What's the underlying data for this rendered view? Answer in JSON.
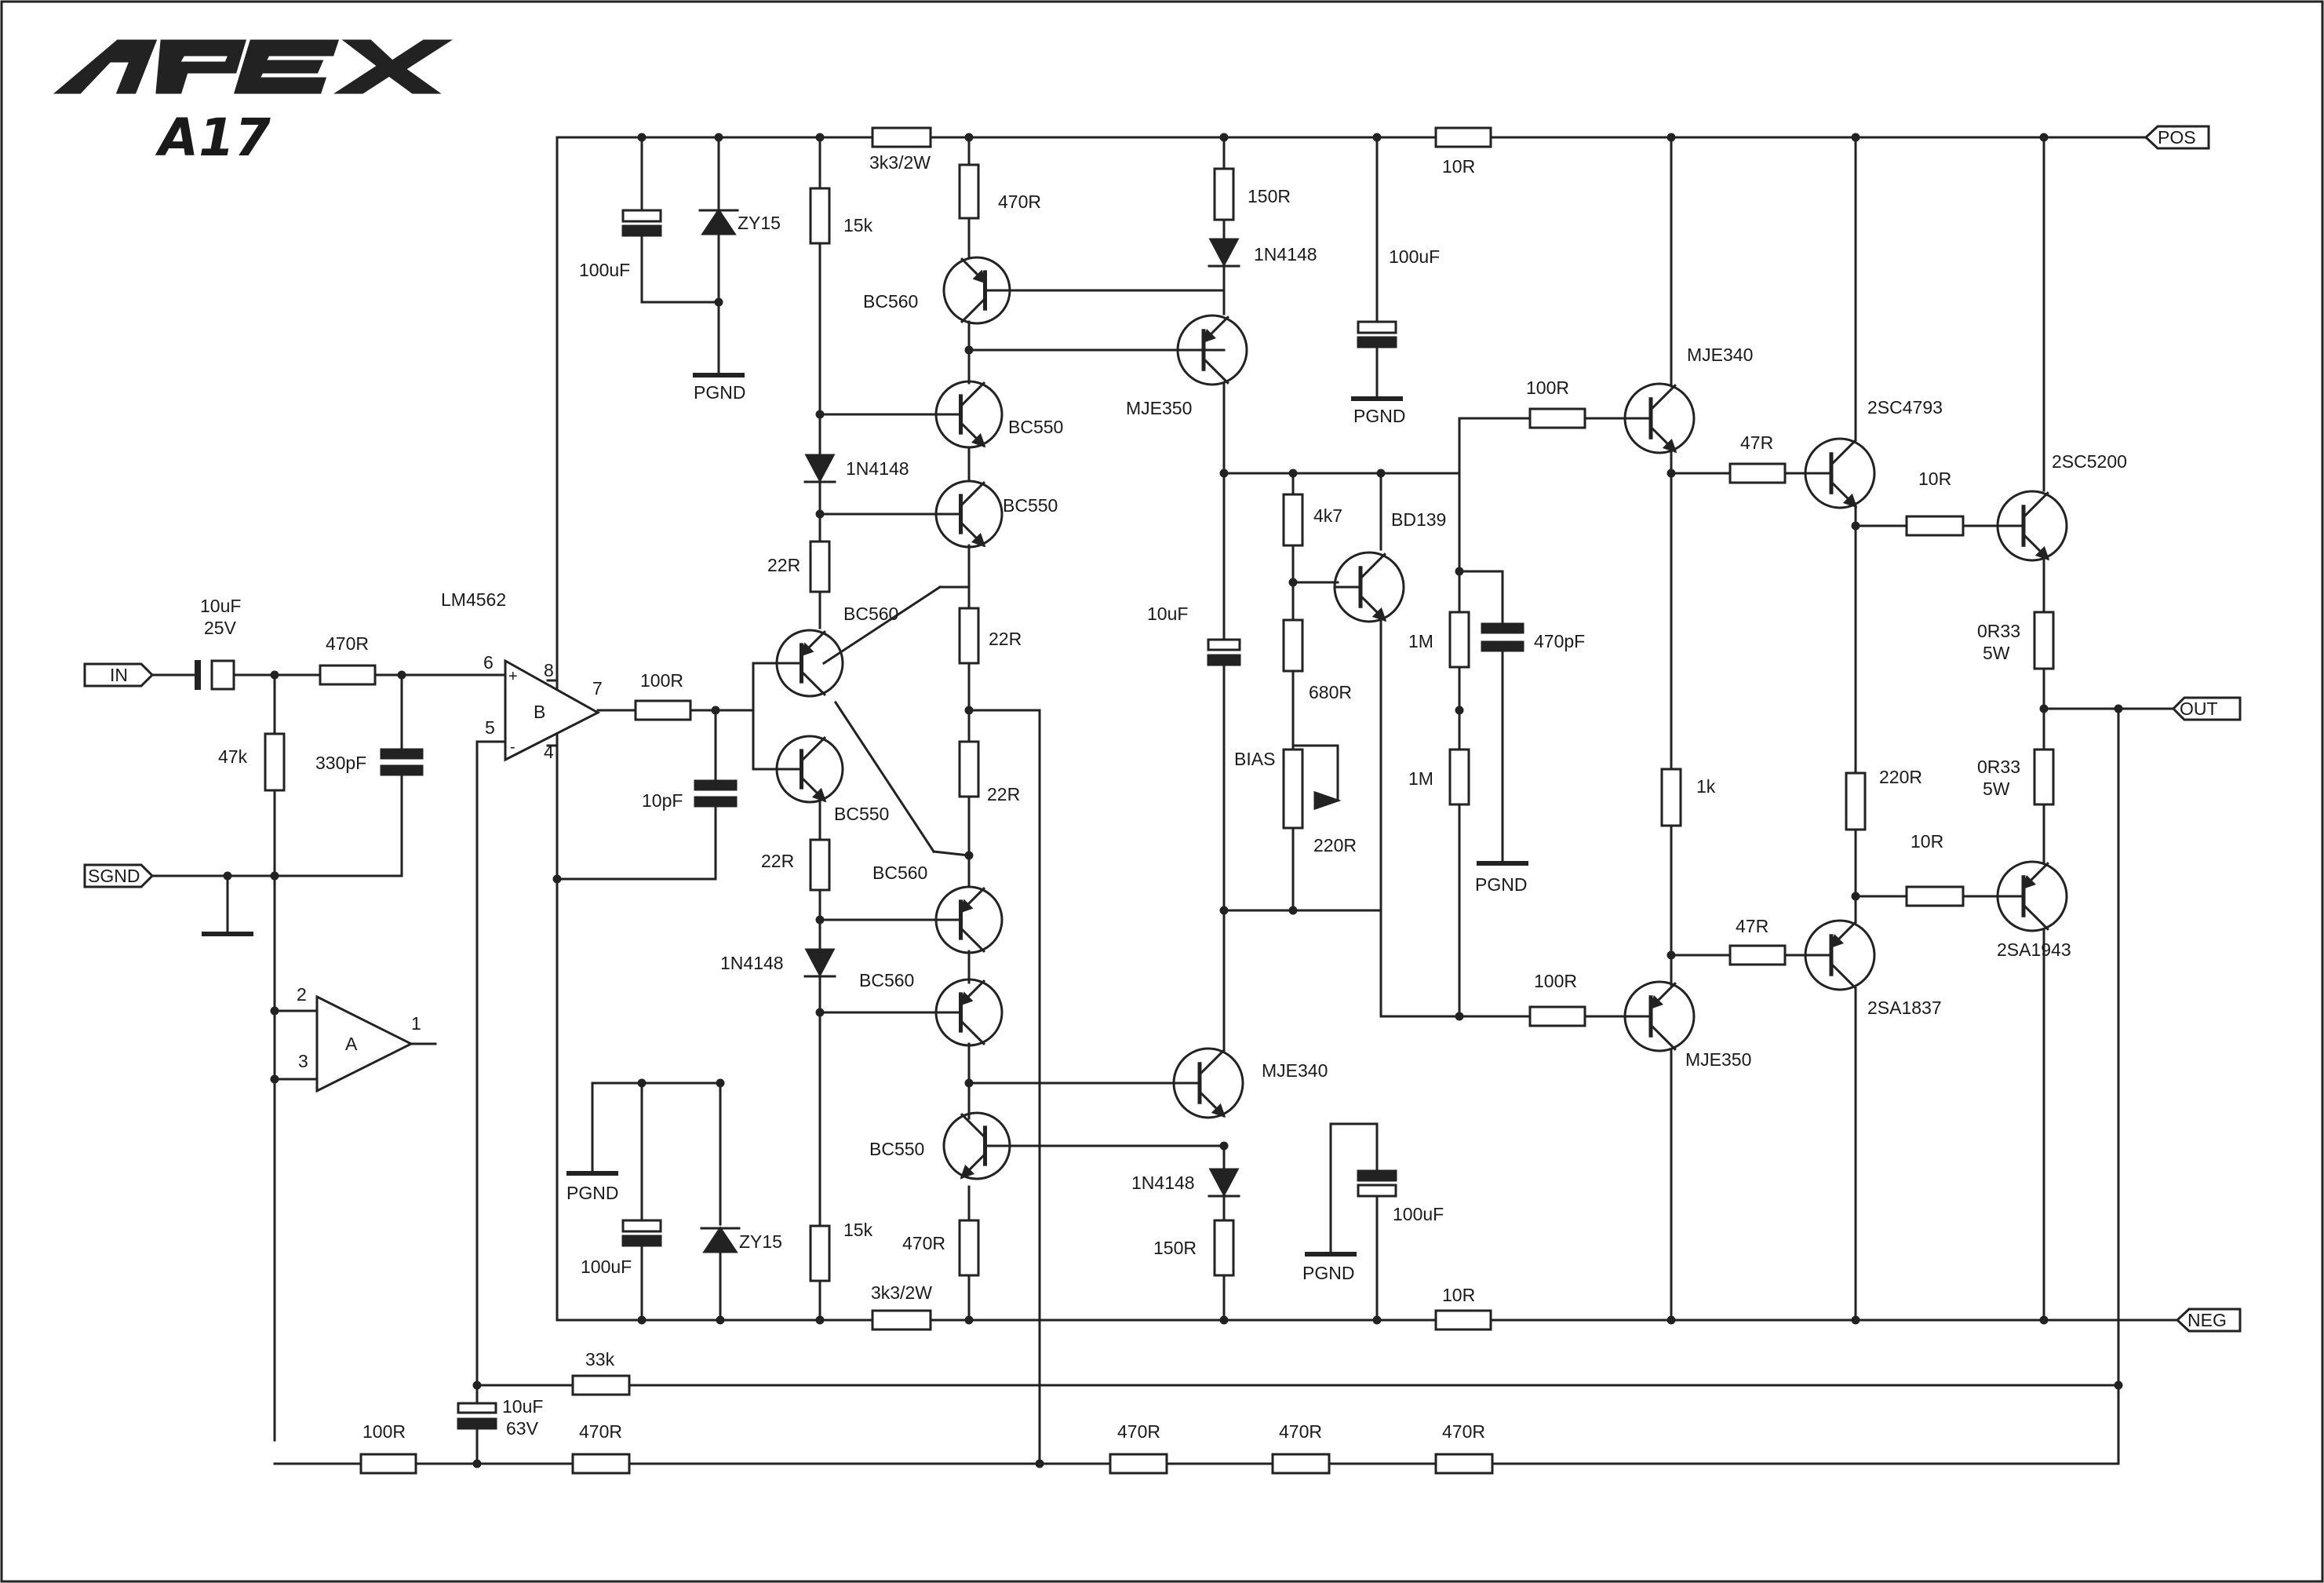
{
  "title": {
    "brand": "APEX",
    "model": "A17"
  },
  "ports": {
    "pos": "POS",
    "neg": "NEG",
    "in": "IN",
    "out": "OUT",
    "sgnd": "SGND"
  },
  "ground": {
    "pgnd": "PGND"
  },
  "opamp": {
    "part": "LM4562",
    "a": "A",
    "b": "B",
    "pin1": "1",
    "pin2": "2",
    "pin3": "3",
    "pin4": "4",
    "pin5": "5",
    "pin6": "6",
    "pin7": "7",
    "pin8": "8"
  },
  "input": {
    "c_in": "10uF",
    "c_in_v": "25V",
    "r_in": "470R",
    "r_gnd": "47k",
    "c_hf": "330pF"
  },
  "opb": {
    "r_out": "100R",
    "c_comp": "10pF"
  },
  "supply": {
    "r_top": "3k3/2W",
    "r_bot": "3k3/2W",
    "c_top": "100uF",
    "z_top": "ZY15",
    "c_bot": "100uF",
    "z_bot": "ZY15",
    "r15k_top": "15k",
    "r15k_bot": "15k"
  },
  "vas": {
    "r470_top": "470R",
    "q_bc560_top": "BC560",
    "q_bc550_1": "BC550",
    "d_top": "1N4148",
    "q_bc550_2": "BC550",
    "r22_1": "22R",
    "q_bc560_in": "BC560",
    "q_bc550_in": "BC550",
    "r22_2": "22R",
    "r22_3": "22R",
    "r22_4": "22R",
    "q_bc560_2": "BC560",
    "d_bot": "1N4148",
    "q_bc560_3": "BC560",
    "q_bc550_bot": "BC550",
    "r470_bot": "470R",
    "r150_top": "150R",
    "d2_top": "1N4148",
    "q_mje350": "MJE350",
    "c_boot": "10uF",
    "q_mje340": "MJE340",
    "d2_bot": "1N4148",
    "r150_bot": "150R"
  },
  "bias": {
    "r4k7": "4k7",
    "q_bd139": "BD139",
    "r680": "680R",
    "pot_label": "BIAS",
    "pot": "220R",
    "c_rail_top": "100uF",
    "c_rail_bot": "100uF"
  },
  "driver": {
    "r10_top": "10R",
    "r10_bot": "10R",
    "r1m_top": "1M",
    "r1m_bot": "1M",
    "c470p": "470pF",
    "r100_top": "100R",
    "r100_bot": "100R",
    "q_top": "MJE340",
    "q_bot": "MJE350",
    "r1k": "1k",
    "r47_top": "47R",
    "r47_bot": "47R",
    "r220": "220R",
    "q_pre_top": "2SC4793",
    "q_pre_bot": "2SA1837"
  },
  "output": {
    "r10b_top": "10R",
    "r10b_bot": "10R",
    "q_top": "2SC5200",
    "q_bot": "2SA1943",
    "re_top": "0R33",
    "re_top_p": "5W",
    "re_bot": "0R33",
    "re_bot_p": "5W"
  },
  "feedback": {
    "r33k": "33k",
    "c_fb": "10uF",
    "c_fb_v": "63V",
    "r100": "100R",
    "r470_1": "470R",
    "r470_2": "470R",
    "r470_3": "470R",
    "r470_4": "470R"
  }
}
